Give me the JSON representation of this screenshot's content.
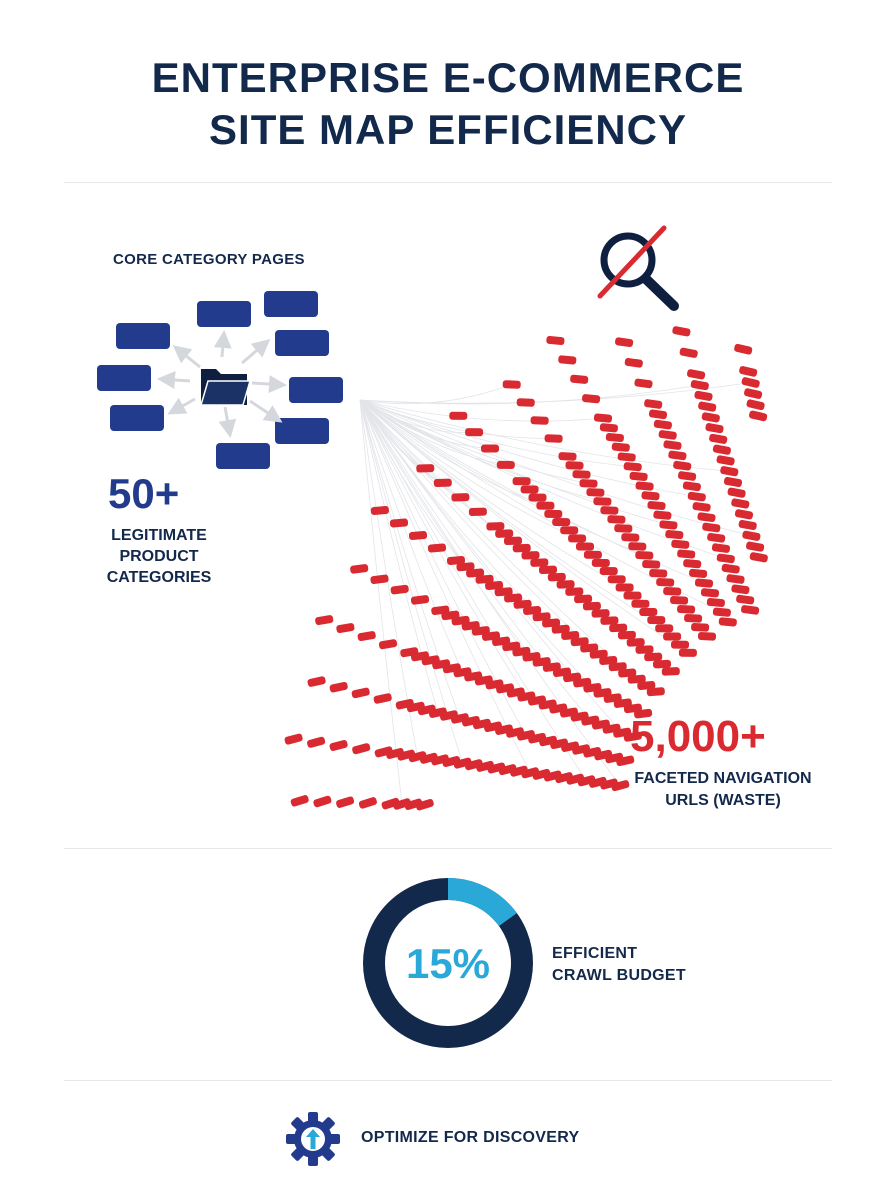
{
  "header": {
    "title_line1": "ENTERPRISE E-COMMERCE",
    "title_line2": "SITE MAP EFFICIENCY"
  },
  "core": {
    "label": "CORE CATEGORY PAGES",
    "stat": "50+",
    "stat_desc_line1": "LEGITIMATE",
    "stat_desc_line2": "PRODUCT",
    "stat_desc_line3": "CATEGORIES",
    "icon": "folder-icon"
  },
  "waste": {
    "stat": "5,000+",
    "stat_desc_line1": "FACETED NAVIGATION",
    "stat_desc_line2": "URLS (WASTE)",
    "icon": "search-blocked-icon"
  },
  "crawl": {
    "percent_label": "15%",
    "percent_value": 15,
    "desc_line1": "EFFICIENT",
    "desc_line2": "CRAWL BUDGET"
  },
  "footer": {
    "label": "OPTIMIZE FOR DISCOVERY",
    "icon": "gear-arrow-up-icon"
  },
  "colors": {
    "navy": "#13294b",
    "blue": "#233b8c",
    "red": "#d92a32",
    "cyan": "#2aa8d8",
    "donut_track": "#13294b"
  }
}
